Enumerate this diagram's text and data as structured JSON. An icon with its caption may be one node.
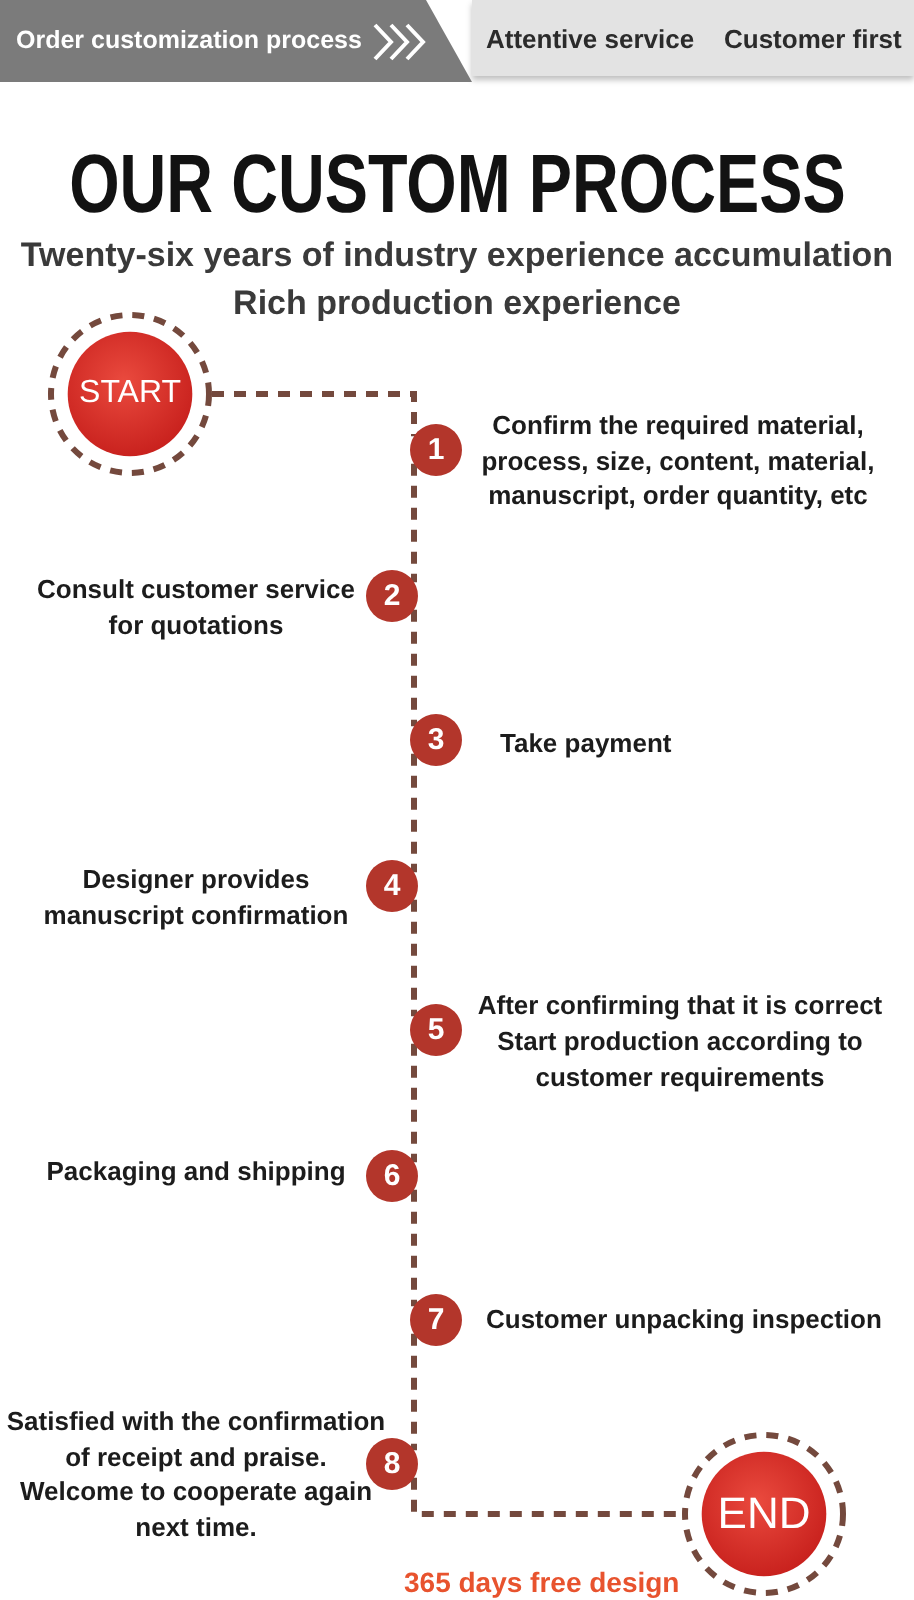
{
  "diagram": {
    "title": "OUR CUSTOM PROCESS",
    "nodes": [
      {
        "text": [
          "Order customization process"
        ]
      },
      {
        "text": [
          "Attentive service",
          "Customer first"
        ]
      },
      {
        "text": [
          "START"
        ]
      },
      {
        "text": [
          "1"
        ],
        "beside": [
          "Confirm the required material, process, size, content, material, manuscript, order quantity, etc"
        ]
      },
      {
        "text": [
          "2"
        ],
        "beside": [
          "Consult customer service for quotations"
        ]
      },
      {
        "text": [
          "3"
        ],
        "beside": [
          "Take payment"
        ]
      },
      {
        "text": [
          "4"
        ],
        "beside": [
          "Designer provides manuscript confirmation"
        ]
      },
      {
        "text": [
          "5"
        ],
        "beside": [
          "After confirming that it is correct",
          "Start production according to customer requirements"
        ]
      },
      {
        "text": [
          "6"
        ],
        "beside": [
          "Packaging and shipping"
        ]
      },
      {
        "text": [
          "7"
        ],
        "beside": [
          "Customer unpacking inspection"
        ]
      },
      {
        "text": [
          "8"
        ],
        "beside": [
          "Satisfied with the confirmation of receipt and praise.",
          "Welcome to cooperate again next time."
        ]
      },
      {
        "text": [
          "END"
        ]
      }
    ],
    "edges": [
      {
        "from": 2,
        "to": 3,
        "arrow": "none",
        "style": "dashed"
      },
      {
        "from": 3,
        "to": 4,
        "arrow": "none",
        "style": "dashed"
      },
      {
        "from": 4,
        "to": 5,
        "arrow": "none",
        "style": "dashed"
      },
      {
        "from": 5,
        "to": 6,
        "arrow": "none",
        "style": "dashed"
      },
      {
        "from": 6,
        "to": 7,
        "arrow": "none",
        "style": "dashed"
      },
      {
        "from": 7,
        "to": 8,
        "arrow": "none",
        "style": "dashed"
      },
      {
        "from": 8,
        "to": 9,
        "arrow": "none",
        "style": "dashed"
      },
      {
        "from": 9,
        "to": 10,
        "arrow": "none",
        "style": "dashed"
      },
      {
        "from": 10,
        "to": 11,
        "arrow": "none",
        "style": "dashed"
      }
    ],
    "labels": [
      "Twenty-six years of industry experience accumulation",
      "Rich production experience",
      "365 days free design"
    ]
  }
}
